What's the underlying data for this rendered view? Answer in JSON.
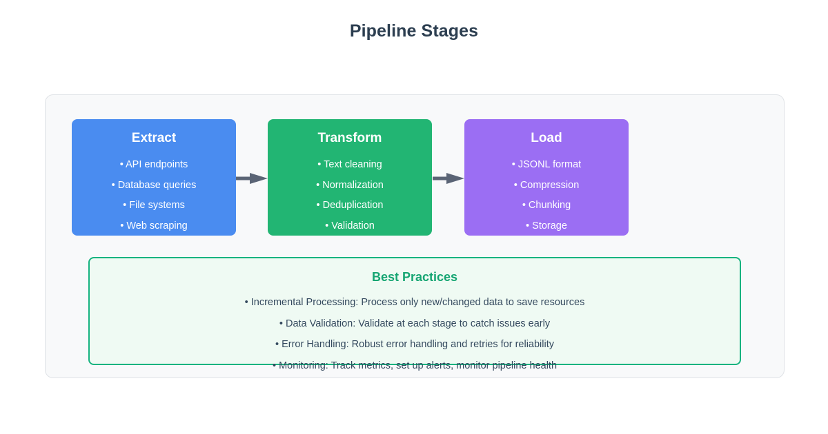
{
  "title": "Pipeline Stages",
  "colors": {
    "title_text": "#2c3e50",
    "container_bg": "#f8f9fa",
    "container_border": "#dfe2e6",
    "arrow": "#5a6475",
    "extract": "#4a8cf0",
    "transform": "#22b573",
    "load": "#9b6ef3",
    "best_practices_border": "#16b37f",
    "best_practices_bg": "#effaf3",
    "best_practices_title": "#15a572",
    "body_text": "#34495e"
  },
  "stages": [
    {
      "name": "Extract",
      "color": "#4a8cf0",
      "items": [
        "• API endpoints",
        "• Database queries",
        "• File systems",
        "• Web scraping"
      ]
    },
    {
      "name": "Transform",
      "color": "#22b573",
      "items": [
        "• Text cleaning",
        "• Normalization",
        "• Deduplication",
        "• Validation"
      ]
    },
    {
      "name": "Load",
      "color": "#9b6ef3",
      "items": [
        "• JSONL format",
        "• Compression",
        "• Chunking",
        "• Storage"
      ]
    }
  ],
  "arrows": [
    {
      "name": "arrow-extract-to-transform"
    },
    {
      "name": "arrow-transform-to-load"
    }
  ],
  "best_practices": {
    "title": "Best Practices",
    "items": [
      "• Incremental Processing: Process only new/changed data to save resources",
      "• Data Validation: Validate at each stage to catch issues early",
      "• Error Handling: Robust error handling and retries for reliability",
      "• Monitoring: Track metrics, set up alerts, monitor pipeline health"
    ]
  }
}
